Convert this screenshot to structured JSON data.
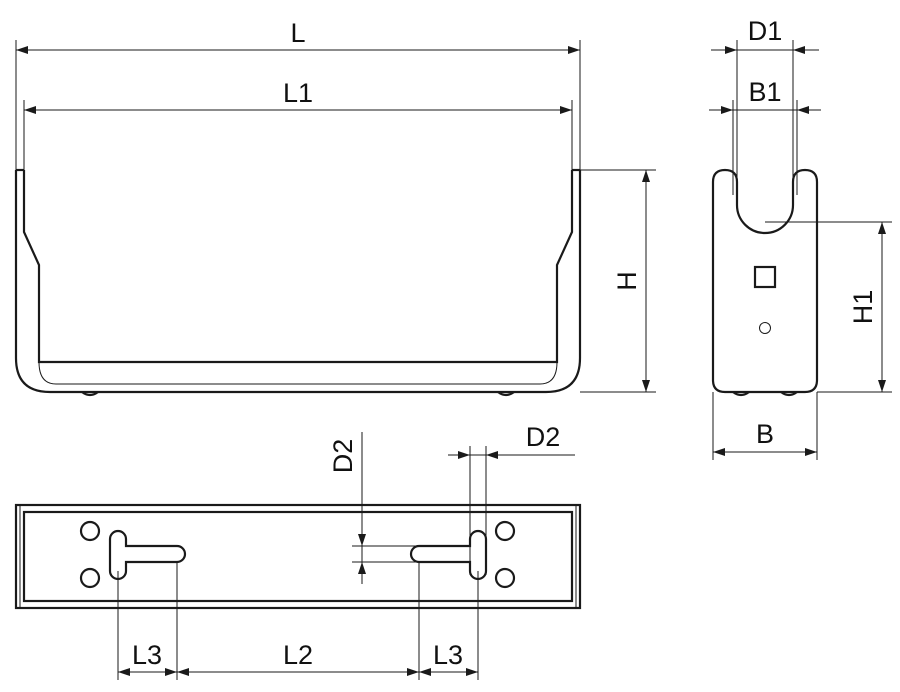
{
  "labels": {
    "L": "L",
    "L1": "L1",
    "H": "H",
    "D1": "D1",
    "B1": "B1",
    "H1": "H1",
    "B": "B",
    "D2_vertical": "D2",
    "D2_horizontal": "D2",
    "L3_left": "L3",
    "L2": "L2",
    "L3_right": "L3"
  },
  "colors": {
    "line": "#1a1a1a",
    "background": "#ffffff"
  }
}
